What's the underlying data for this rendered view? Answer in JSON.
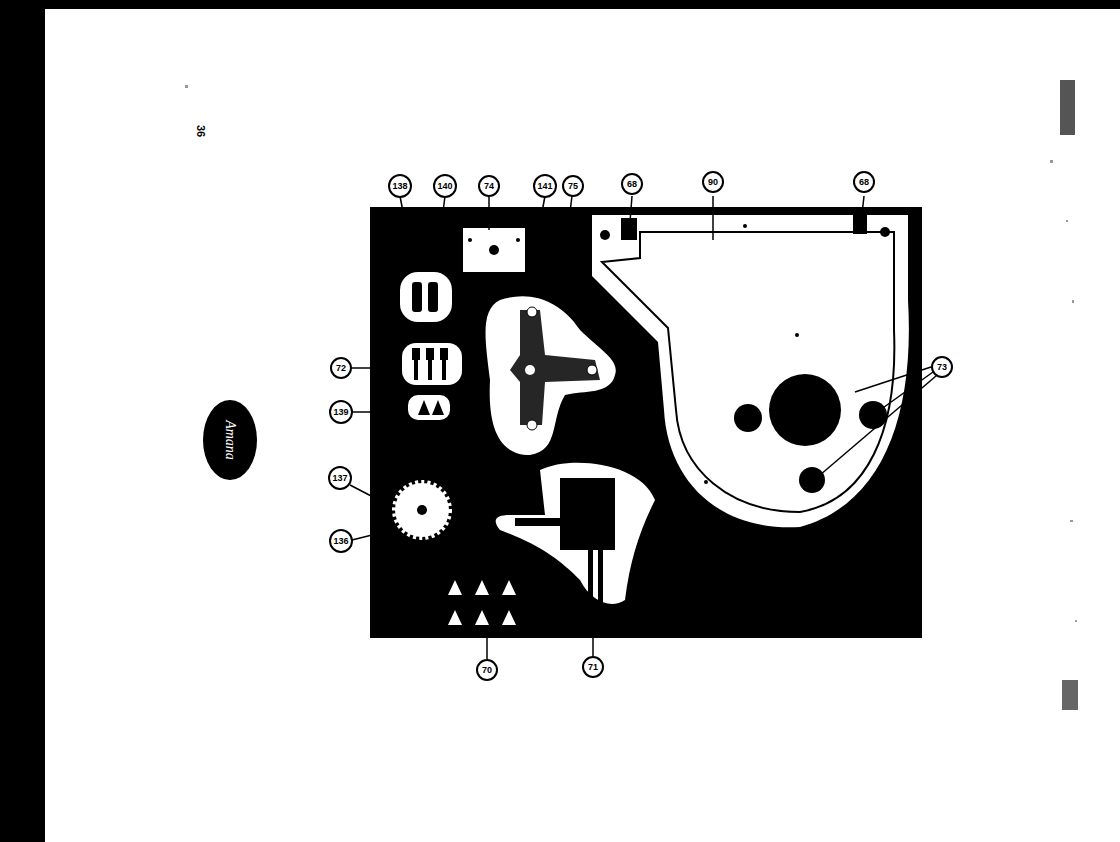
{
  "diagram": {
    "nodes": [
      {
        "text": [
          "138"
        ]
      },
      {
        "text": [
          "140"
        ]
      },
      {
        "text": [
          "74"
        ]
      },
      {
        "text": [
          "141"
        ]
      },
      {
        "text": [
          "75"
        ]
      },
      {
        "text": [
          "68"
        ]
      },
      {
        "text": [
          "90"
        ]
      },
      {
        "text": [
          "68"
        ]
      },
      {
        "text": [
          "72"
        ]
      },
      {
        "text": [
          "139"
        ]
      },
      {
        "text": [
          "Amana"
        ]
      },
      {
        "text": [
          "137"
        ]
      },
      {
        "text": [
          "136"
        ]
      },
      {
        "text": [
          "73"
        ]
      },
      {
        "text": [
          "70"
        ]
      },
      {
        "text": [
          "71"
        ]
      }
    ],
    "labels": [
      "36"
    ]
  }
}
